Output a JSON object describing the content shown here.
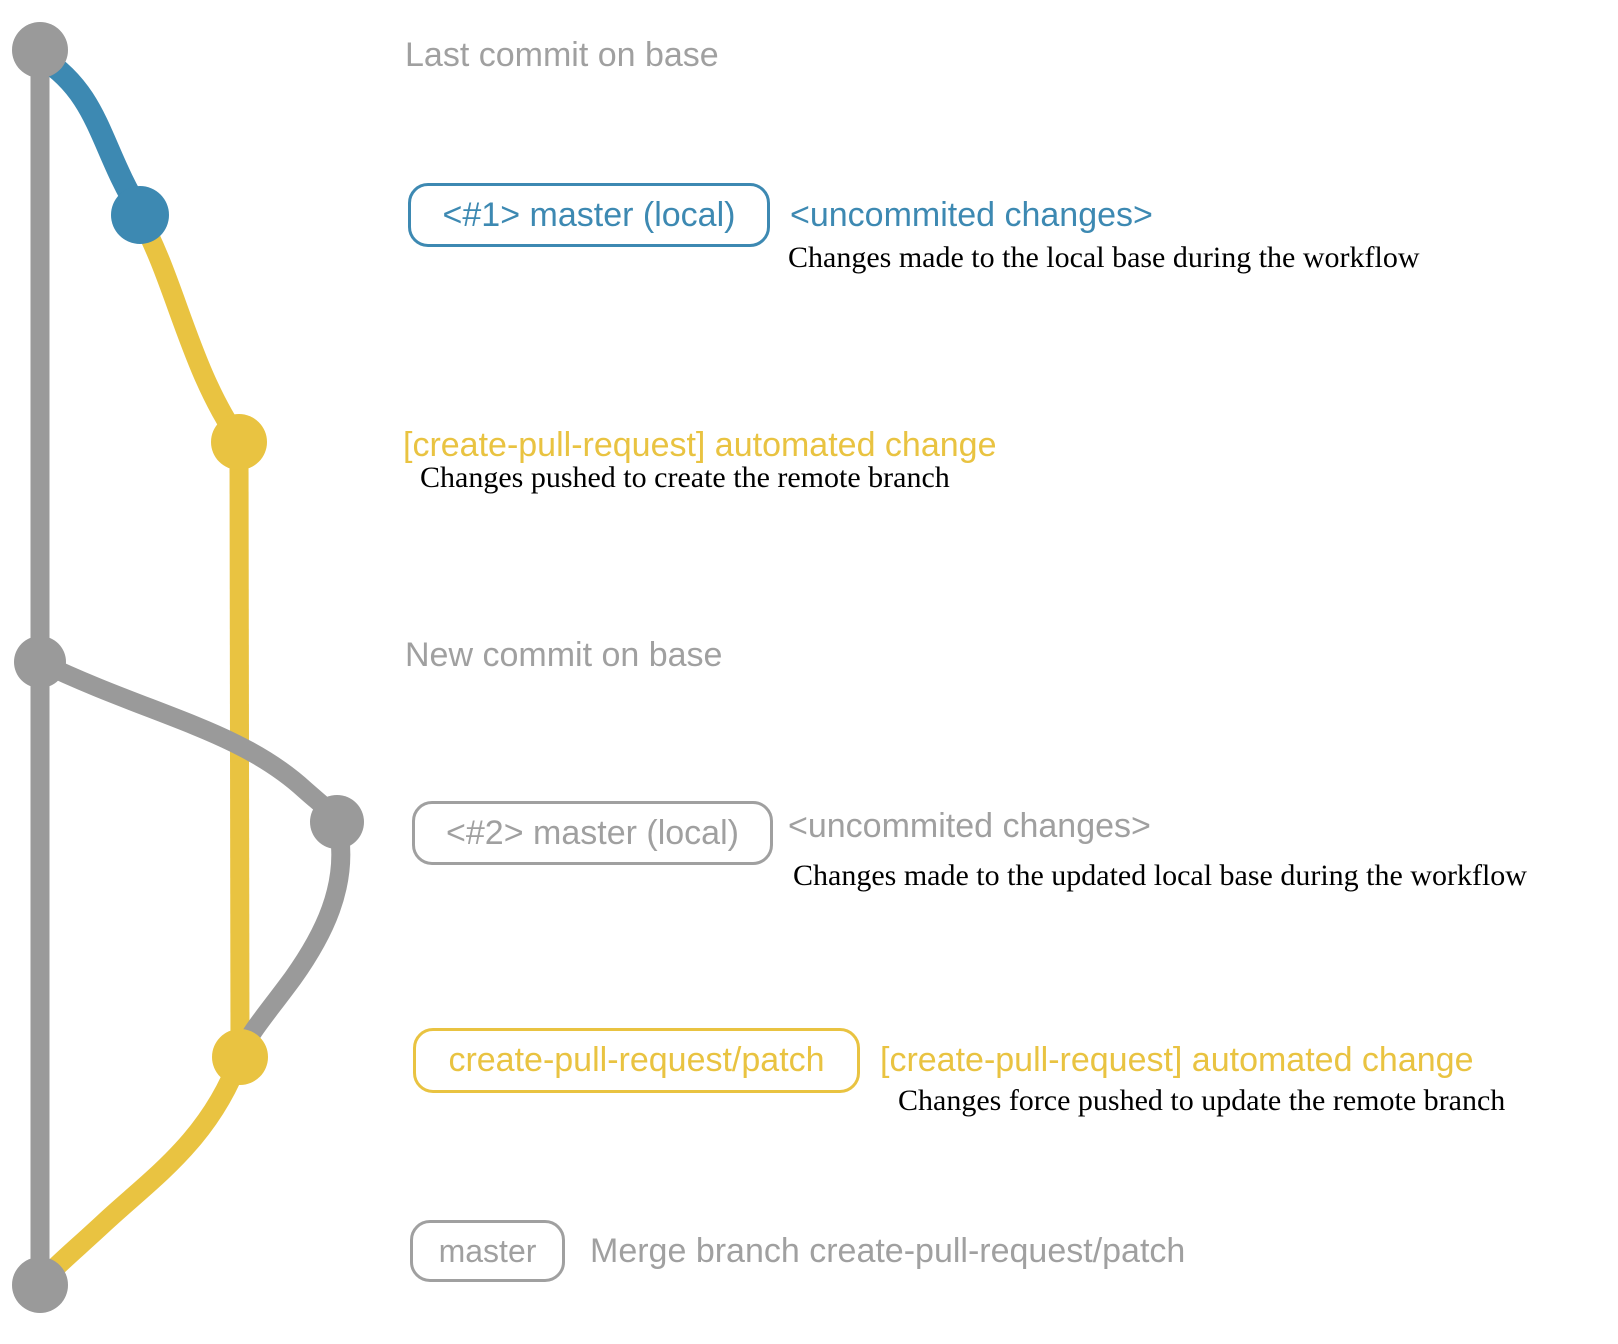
{
  "colors": {
    "blue": "#3d89b2",
    "yellow": "#e9c341",
    "graph_gray": "#9a9a9a",
    "ui_gray": "#a0a0a0",
    "description_black": "#000000"
  },
  "labels": {
    "last_commit": "Last commit on base",
    "new_commit": "New commit on base"
  },
  "rows": {
    "local_branch_1": {
      "badge": "<#1> master (local)",
      "title": "<uncommited changes>",
      "description": "Changes made to the local base during the workflow"
    },
    "remote_branch_created": {
      "title": "[create-pull-request] automated change",
      "description": "Changes pushed to create the remote branch"
    },
    "local_branch_2": {
      "badge": "<#2> master (local)",
      "title": "<uncommited changes>",
      "description": "Changes made to the updated local base during the workflow"
    },
    "remote_branch_updated": {
      "badge": "create-pull-request/patch",
      "title": "[create-pull-request] automated change",
      "description": "Changes force pushed to update the remote branch"
    },
    "merge": {
      "badge": "master",
      "title": "Merge branch create-pull-request/patch"
    }
  },
  "graph": {
    "branches": [
      "base (master)",
      "master (local)",
      "create-pull-request/patch"
    ],
    "nodes": [
      {
        "name": "last-commit-on-base",
        "color": "gray"
      },
      {
        "name": "uncommitted-changes-1",
        "color": "blue"
      },
      {
        "name": "automated-change-commit",
        "color": "yellow"
      },
      {
        "name": "new-commit-on-base",
        "color": "gray"
      },
      {
        "name": "uncommitted-changes-2",
        "color": "gray"
      },
      {
        "name": "automated-change-force-push",
        "color": "yellow"
      },
      {
        "name": "merge-commit",
        "color": "gray"
      }
    ]
  }
}
